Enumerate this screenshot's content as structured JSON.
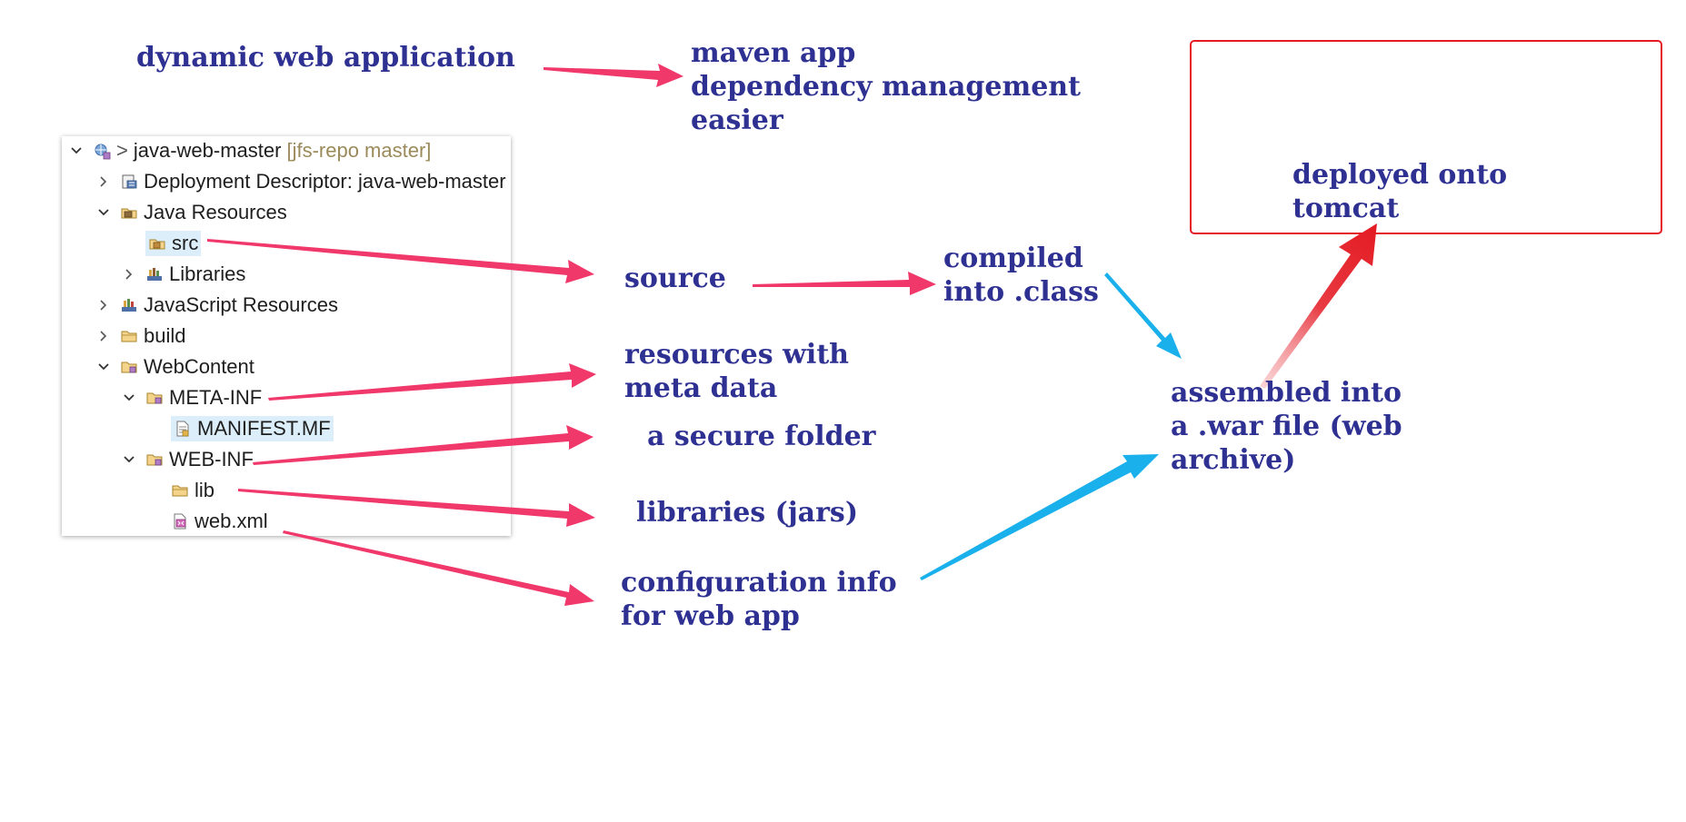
{
  "tree": {
    "root": {
      "prefix": ">",
      "label": "java-web-master",
      "decoration": "[jfs-repo master]"
    },
    "items": [
      {
        "label": "Deployment Descriptor: java-web-master"
      },
      {
        "label": "Java Resources"
      },
      {
        "label": "src"
      },
      {
        "label": "Libraries"
      },
      {
        "label": "JavaScript Resources"
      },
      {
        "label": "build"
      },
      {
        "label": "WebContent"
      },
      {
        "label": "META-INF"
      },
      {
        "label": "MANIFEST.MF"
      },
      {
        "label": "WEB-INF"
      },
      {
        "label": "lib"
      },
      {
        "label": "web.xml"
      }
    ]
  },
  "notes": {
    "dynamic_web_app": "dynamic web application",
    "maven": [
      "maven app",
      "dependency management",
      "easier"
    ],
    "source": "source",
    "compiled": [
      "compiled",
      "into .class"
    ],
    "resources": [
      "resources with",
      "meta data"
    ],
    "secure_folder": "a secure folder",
    "libraries": "libraries (jars)",
    "config": [
      "configuration info",
      "for web app"
    ],
    "assembled": [
      "assembled into",
      "a .war file (web",
      "archive)"
    ],
    "deployed": [
      "deployed onto",
      "tomcat"
    ]
  },
  "colors": {
    "note_text": "#2e3192",
    "arrow_pink": "#f0386b",
    "arrow_blue": "#1ab0ec",
    "arrow_red": "#e41b23",
    "box_border": "#e41b23",
    "selection": "#ddeefb"
  }
}
